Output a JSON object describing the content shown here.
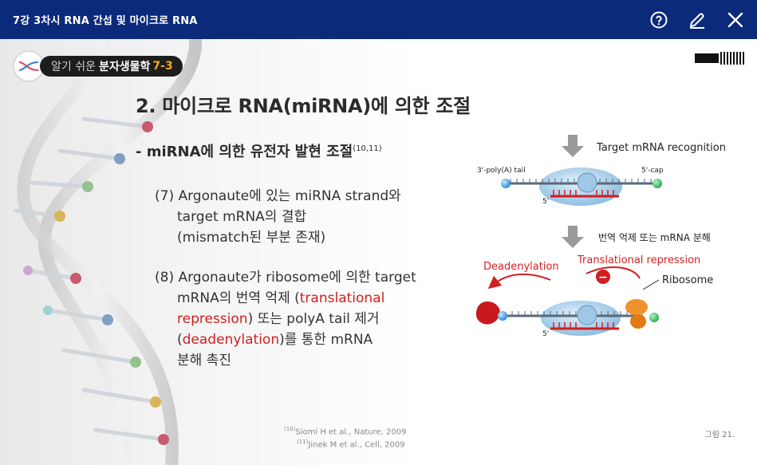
{
  "window": {
    "title": "7강 3차시 RNA 간섭 및 마이크로 RNA"
  },
  "toolbar": {
    "help_icon": "help-circle-icon",
    "edit_icon": "pencil-icon",
    "close_icon": "close-icon"
  },
  "course": {
    "prefix": "알기 쉬운",
    "name": "분자생물학",
    "number": "7-3"
  },
  "slide": {
    "title": "2. 마이크로 RNA(miRNA)에 의한 조절",
    "subtitle": "- miRNA에 의한 유전자 발현 조절",
    "subtitle_ref": "(10,11)",
    "item7": {
      "line1": "(7) Argonaute에 있는 miRNA strand와",
      "line2": "target mRNA의 결합",
      "line3": "(mismatch된 부분 존재)"
    },
    "item8": {
      "line1": "(8) Argonaute가 ribosome에 의한 target",
      "line2_a": "mRNA의 번역 억제 (",
      "line2_b": "translational",
      "line3_a": "repression",
      "line3_b": ") 또는 polyA tail 제거",
      "line4_a": "(",
      "line4_b": "deadenylation",
      "line4_c": ")를 통한 mRNA",
      "line5": "분해 촉진"
    },
    "refs": {
      "r1_num": "(10)",
      "r1_text": "Siomi H et al., Nature, 2009",
      "r2_num": "(11)",
      "r2_text": "Jinek M et al., Cell, 2009"
    },
    "figure_label": "그림 21."
  },
  "diagram": {
    "step1": "Target mRNA recognition",
    "poly_a": "3'-poly(A) tail",
    "cap": "5'-cap",
    "five_prime": "5'",
    "step2": "번역 억제 또는 mRNA 분해",
    "deadenylation": "Deadenylation",
    "repression": "Translational repression",
    "ribosome": "Ribosome",
    "minus": "−",
    "colors": {
      "accent_red": "#d21f1f",
      "argonaute_blue": "#a9cde8",
      "strand_green": "#1faa4b",
      "tail_blue": "#1e88d6",
      "ribosome_orange": "#f0922b"
    }
  }
}
